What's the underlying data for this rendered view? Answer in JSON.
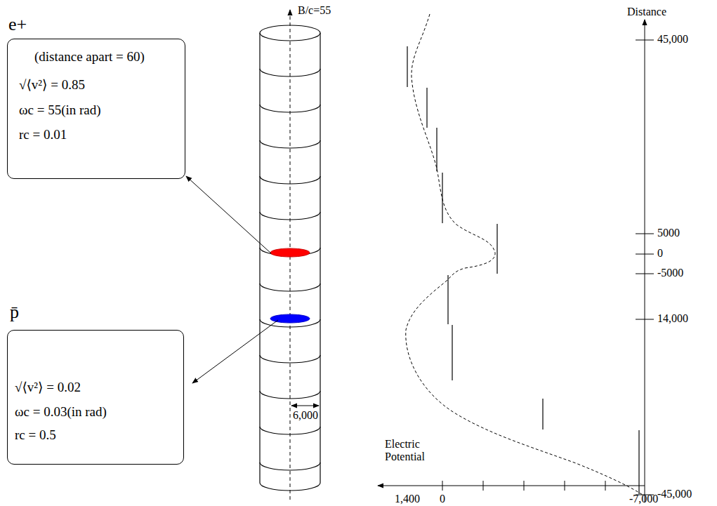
{
  "diagram": {
    "nodes": [
      {
        "text": [
          "e+",
          "(distance apart = 60)",
          "√⟨v²⟩ = 0.85",
          "ωc = 55(in rad)",
          "rc = 0.01"
        ]
      },
      {
        "text": [
          "p̄",
          "√⟨v²⟩ = 0.02",
          "ωc = 0.03(in rad)",
          "rc = 0.5"
        ]
      }
    ],
    "labels": [
      "B/c=55",
      "6,000",
      "Distance",
      "45,000",
      "5000",
      "0",
      "-5000",
      "14,000",
      "-45,000",
      "Electric Potential",
      "1,400",
      "0",
      "-7,000"
    ]
  }
}
